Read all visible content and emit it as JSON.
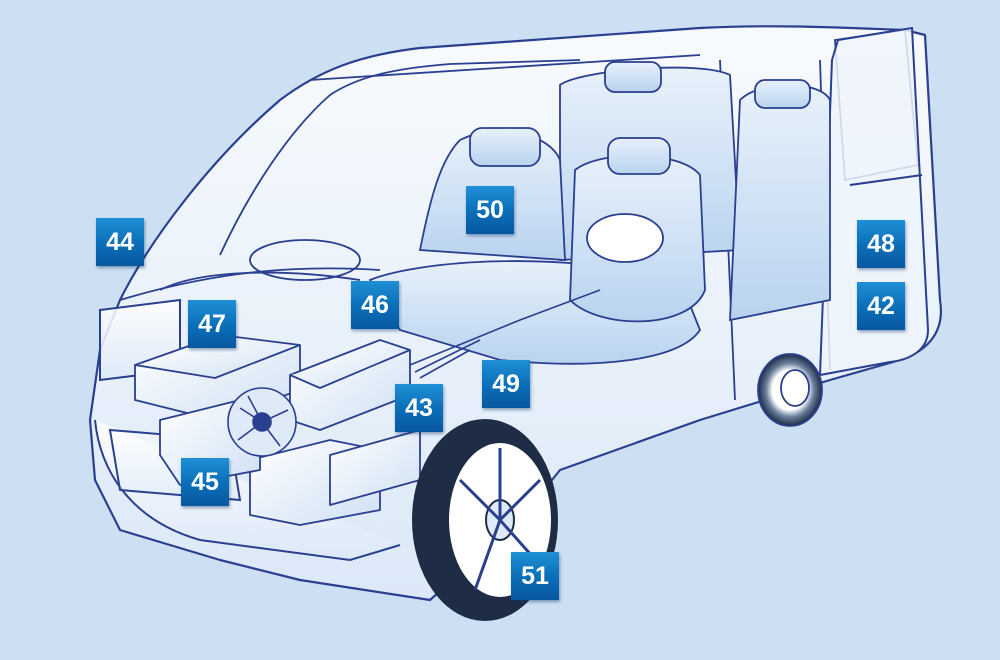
{
  "diagram": {
    "background_color": "#cde0f3",
    "outline_color": "#2a3f8f",
    "marker_color": "#0a72bf",
    "markers": [
      {
        "label": "44",
        "part": "front-exterior"
      },
      {
        "label": "50",
        "part": "seats"
      },
      {
        "label": "48",
        "part": "side-door"
      },
      {
        "label": "42",
        "part": "rear-body"
      },
      {
        "label": "46",
        "part": "battery"
      },
      {
        "label": "47",
        "part": "air-intake"
      },
      {
        "label": "49",
        "part": "wiring-harness"
      },
      {
        "label": "43",
        "part": "fuse-box"
      },
      {
        "label": "45",
        "part": "radiator-fan"
      },
      {
        "label": "51",
        "part": "wheel"
      }
    ]
  }
}
